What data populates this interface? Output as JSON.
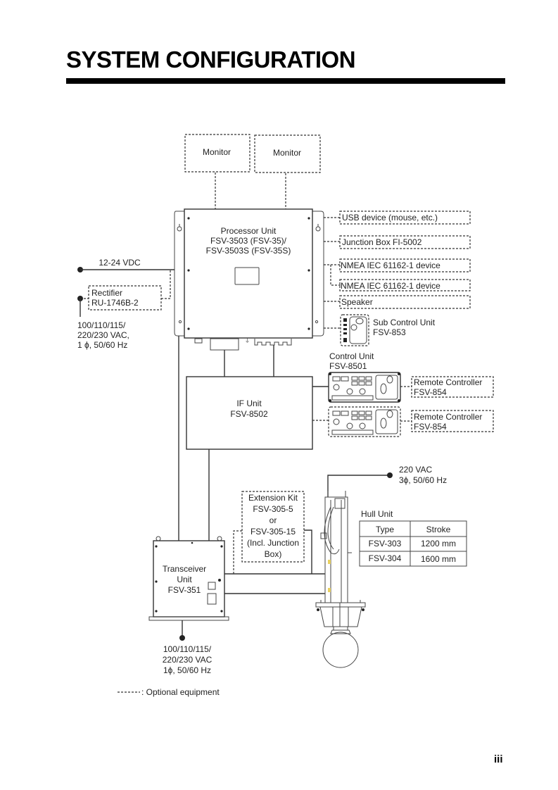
{
  "page": {
    "title": "SYSTEM CONFIGURATION",
    "page_number": "iii"
  },
  "monitors": [
    {
      "label": "Monitor",
      "optional": true
    },
    {
      "label": "Monitor",
      "optional": true
    }
  ],
  "processor_unit": {
    "lines": [
      "Processor Unit",
      "FSV-3503 (FSV-35)/",
      "FSV-3503S (FSV-35S)"
    ]
  },
  "peripherals": [
    {
      "label": "USB device (mouse, etc.)",
      "optional": true
    },
    {
      "label": "Junction Box FI-5002",
      "optional": true
    },
    {
      "label": "NMEA IEC 61162-1 device",
      "optional": true
    },
    {
      "label": "NMEA IEC 61162-1 device",
      "optional": true
    },
    {
      "label": "Speaker",
      "optional": true
    }
  ],
  "sub_control_unit": {
    "lines": [
      "Sub Control Unit",
      "FSV-853"
    ],
    "optional": true
  },
  "control_unit": {
    "lines": [
      "Control Unit",
      "FSV-8501"
    ]
  },
  "remote_controllers": [
    {
      "lines": [
        "Remote Controller",
        "FSV-854"
      ],
      "optional": true
    },
    {
      "lines": [
        "Remote Controller",
        "FSV-854"
      ],
      "optional": true
    }
  ],
  "power_dc": {
    "label": "12-24 VDC"
  },
  "rectifier": {
    "lines": [
      "Rectifier",
      "RU-1746B-2"
    ],
    "optional": true
  },
  "power_ac_processor": {
    "lines": [
      "100/110/115/",
      "220/230 VAC,",
      "1 ϕ, 50/60 Hz"
    ]
  },
  "if_unit": {
    "lines": [
      "IF Unit",
      "FSV-8502"
    ]
  },
  "power_hull": {
    "lines": [
      "220 VAC",
      "3ϕ, 50/60 Hz"
    ]
  },
  "extension_kit": {
    "lines": [
      "Extension Kit",
      "FSV-305-5",
      "or",
      "FSV-305-15",
      "(Incl. Junction",
      "Box)"
    ],
    "optional": true
  },
  "hull_unit": {
    "title": "Hull Unit",
    "table": {
      "headers": [
        "Type",
        "Stroke"
      ],
      "rows": [
        [
          "FSV-303",
          "1200 mm"
        ],
        [
          "FSV-304",
          "1600 mm"
        ]
      ]
    }
  },
  "transceiver_unit": {
    "lines": [
      "Transceiver",
      "Unit",
      "FSV-351"
    ]
  },
  "power_ac_transceiver": {
    "lines": [
      "100/110/115/",
      "220/230 VAC",
      "1ϕ, 50/60 Hz"
    ]
  },
  "legend": {
    "dash_sample": "-------",
    "label": ": Optional equipment"
  }
}
